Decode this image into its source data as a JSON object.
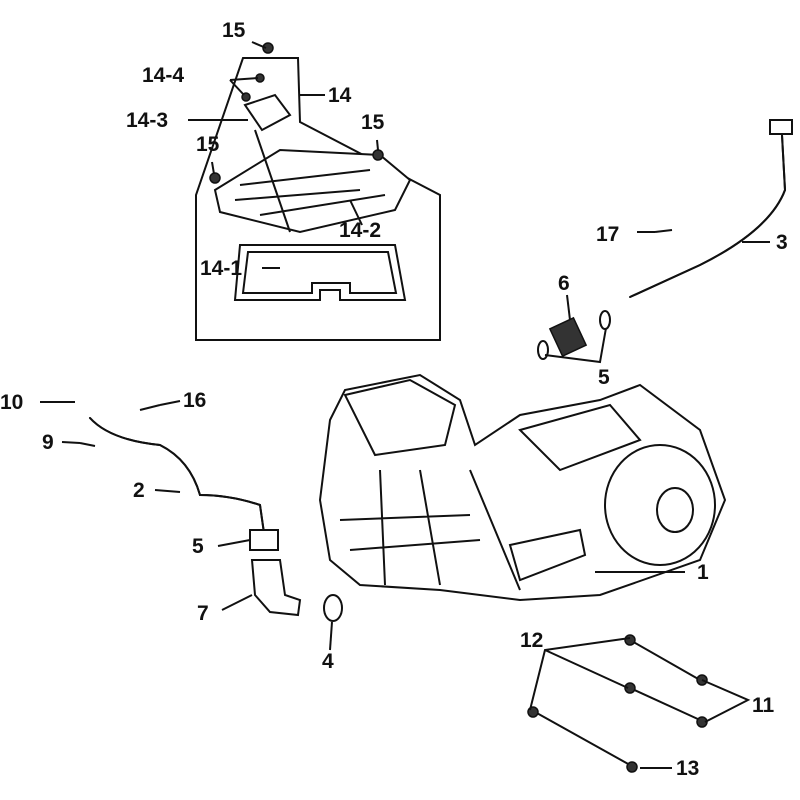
{
  "title": "Engine parts exploded diagram",
  "callouts": {
    "c15a": "15",
    "c14_4": "14-4",
    "c14": "14",
    "c14_3": "14-3",
    "c15b": "15",
    "c15c": "15",
    "c14_2": "14-2",
    "c14_1": "14-1",
    "c17": "17",
    "c3": "3",
    "c6": "6",
    "c5a": "5",
    "c10": "10",
    "c16": "16",
    "c9": "9",
    "c2": "2",
    "c5b": "5",
    "c7": "7",
    "c4": "4",
    "c1": "1",
    "c12": "12",
    "c11": "11",
    "c13": "13"
  }
}
